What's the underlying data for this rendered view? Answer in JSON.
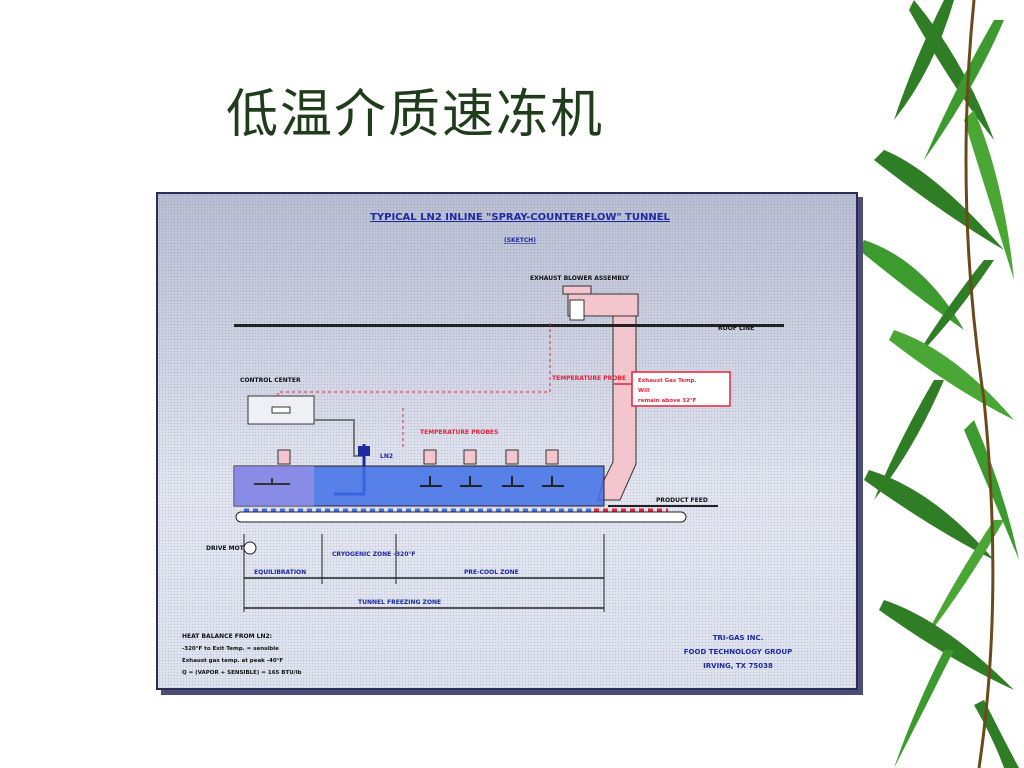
{
  "slide": {
    "title": "低温介质速冻机"
  },
  "diagram": {
    "heading": "TYPICAL LN2 INLINE \"SPRAY-COUNTERFLOW\" TUNNEL",
    "subheading": "(SKETCH)",
    "labels": {
      "exhaust_blower": "EXHAUST BLOWER ASSEMBLY",
      "roof_line": "ROOF LINE",
      "control_center": "CONTROL CENTER",
      "temperature_probe_upper": "TEMPERATURE PROBE",
      "temperature_probes": "TEMPERATURE PROBES",
      "ln2": "LN2",
      "product_feed": "PRODUCT FEED",
      "drive_motor": "DRIVE MOTOR",
      "equilibration": "EQUILIBRATION",
      "cryogenic_zone": "CRYOGENIC ZONE -320°F",
      "pre_cool_zone": "PRE-COOL ZONE",
      "tunnel_freezing_zone": "TUNNEL FREEZING ZONE"
    },
    "callout": {
      "line1": "Exhaust Gas Temp.",
      "line2": "Will",
      "line3": "remain above 32°F"
    },
    "notes": {
      "line1": "HEAT BALANCE FROM LN2:",
      "line2": "-320°F to Exit Temp. = sensible",
      "line3": "Exhaust gas temp. at peak -40°F",
      "line4": "Q = (VAPOR + SENSIBLE) = 165 BTU/lb"
    },
    "company": {
      "name": "TRI-GAS INC.",
      "group": "FOOD TECHNOLOGY GROUP",
      "city": "IRVING, TX 75038"
    },
    "colors": {
      "conveyor_blue": "#3f6ee8",
      "probe_red": "#e0243c",
      "exhaust_pink": "#f3c6cd"
    }
  }
}
